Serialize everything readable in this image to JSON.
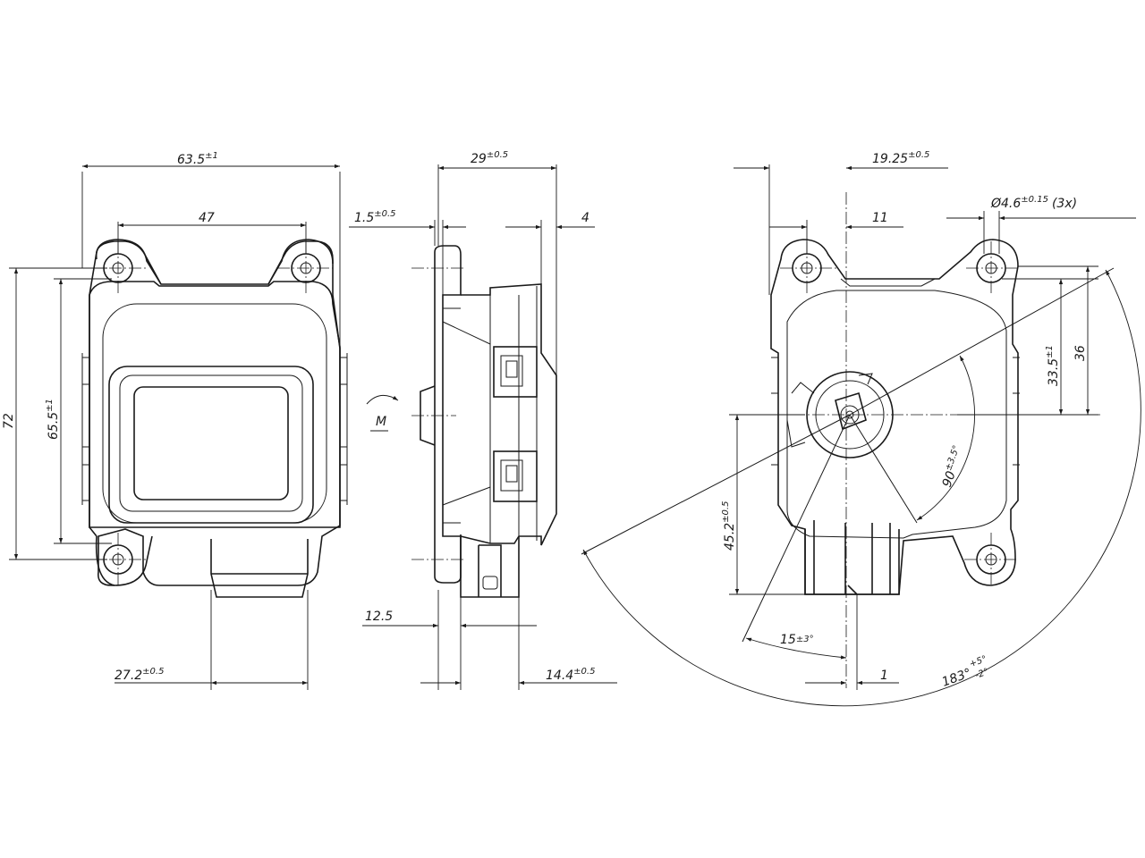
{
  "colors": {
    "line": "#1a1a1a",
    "background": "#ffffff"
  },
  "front_view": {
    "width": "63.5",
    "width_tol": "±1",
    "hole_spacing_x": "47",
    "height": "72",
    "hole_spacing_y": "65.5",
    "hole_spacing_y_tol": "±1",
    "connector_offset": "27.2",
    "connector_offset_tol": "±0.5"
  },
  "side_view": {
    "depth": "29",
    "depth_tol": "±0.5",
    "flange": "1.5",
    "flange_tol": "±0.5",
    "rear_step": "4",
    "motor_label": "M",
    "connector_depth": "12.5",
    "shaft_offset": "14.4",
    "shaft_offset_tol": "±0.5"
  },
  "rear_view": {
    "shaft_offset_x": "19.25",
    "shaft_offset_x_tol": "±0.5",
    "hole_to_shaft": "11",
    "hole_diameter": "Ø4.6",
    "hole_diameter_tol": "±0.15",
    "hole_count": "(3x)",
    "hole_to_shaft_y": "33.5",
    "hole_to_shaft_y_tol": "±1",
    "overall_y": "36",
    "shaft_to_bottom": "45.2",
    "shaft_to_bottom_tol": "±0.5",
    "rotation_angle": "90",
    "rotation_angle_tol": "±3.5°",
    "start_angle": "15",
    "start_angle_tol": "±3°",
    "offset_small": "1",
    "total_angle": "183°",
    "total_angle_tol_plus": "+5°",
    "total_angle_tol_minus": "-2°"
  }
}
